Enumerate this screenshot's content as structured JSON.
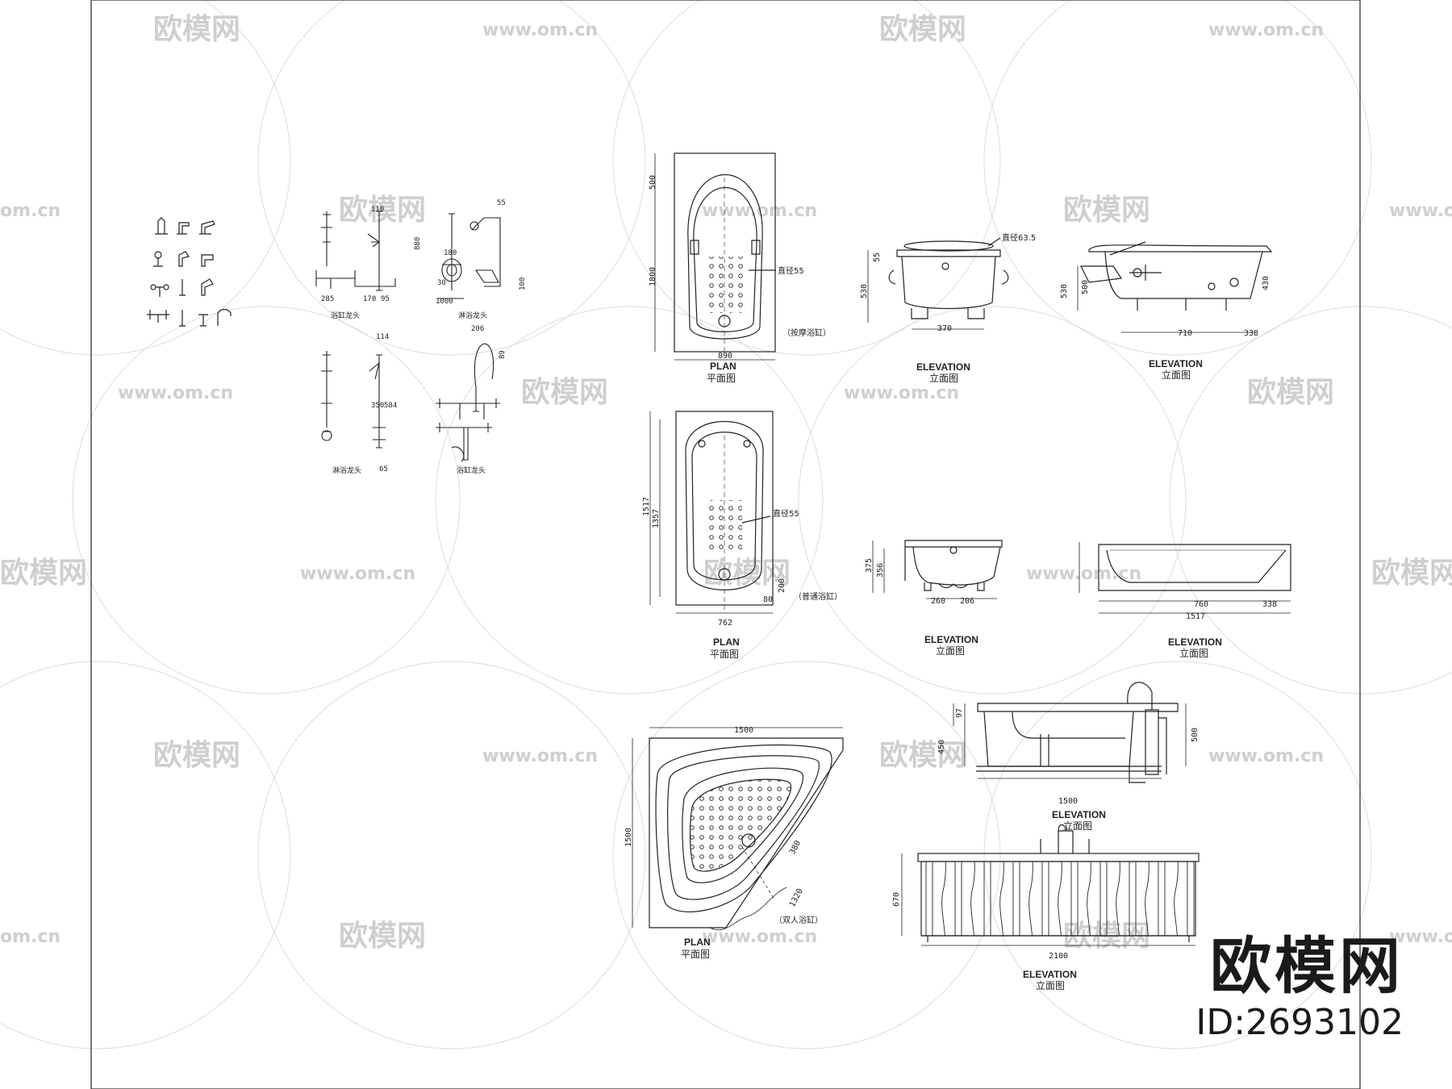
{
  "watermark": {
    "logo_text": "欧模网",
    "url_text": "www.om.cn",
    "edge_text": "om.cn",
    "color": "#cfcfcf"
  },
  "brand": {
    "name": "欧模网",
    "id": "ID:2693102"
  },
  "labels": {
    "plan": "PLAN",
    "plan_cn": "平面图",
    "elevation": "ELEVATION",
    "elevation_cn": "立面图",
    "massage_tub": "（按摩浴缸）",
    "standard_tub": "（普通浴缸）",
    "double_tub": "（双人浴缸）",
    "drain_63": "直径63.5",
    "drain_55": "直径55",
    "drain_55b": "直径55"
  },
  "dims": {
    "t1_len": "1800",
    "t1_head": "500",
    "t1_width": "890",
    "e1_h": "530",
    "e1_w": "370",
    "e1_top": "55",
    "e2_h": "500",
    "e2_a": "710",
    "e2_b": "338",
    "e2_c": "430",
    "e2_d": "530",
    "t2_len": "1517",
    "t2_inner": "1357",
    "t2_w": "762",
    "t2_e": "200",
    "t2_f": "80",
    "e3_h": "375",
    "e3_h2": "356",
    "e3_a": "260",
    "e3_b": "206",
    "e4_a": "760",
    "e4_b": "338",
    "e4_c": "1517",
    "t3_w": "1500",
    "t3_h": "1500",
    "t3_diag": "1320",
    "t3_small": "380",
    "e5_w": "1500",
    "e5_h": "500",
    "e5_h2": "450",
    "e5_top": "97",
    "e6_w": "2100",
    "e6_h": "670",
    "f_a": "285",
    "f_b": "170",
    "f_c": "95",
    "f_d": "110",
    "f_e": "880",
    "f_f": "180",
    "f_g": "1000",
    "f_h": "30",
    "f_i": "55",
    "f_j": "100",
    "f_k": "114",
    "f_l": "206",
    "f_m": "89",
    "f_n": "65",
    "f_o": "350",
    "f_p": "584"
  },
  "captions": {
    "c1": "浴缸龙头",
    "c2": "淋浴龙头",
    "c3": "淋浴龙头",
    "c4": "浴缸龙头",
    "c5": "浴缸龙头"
  }
}
